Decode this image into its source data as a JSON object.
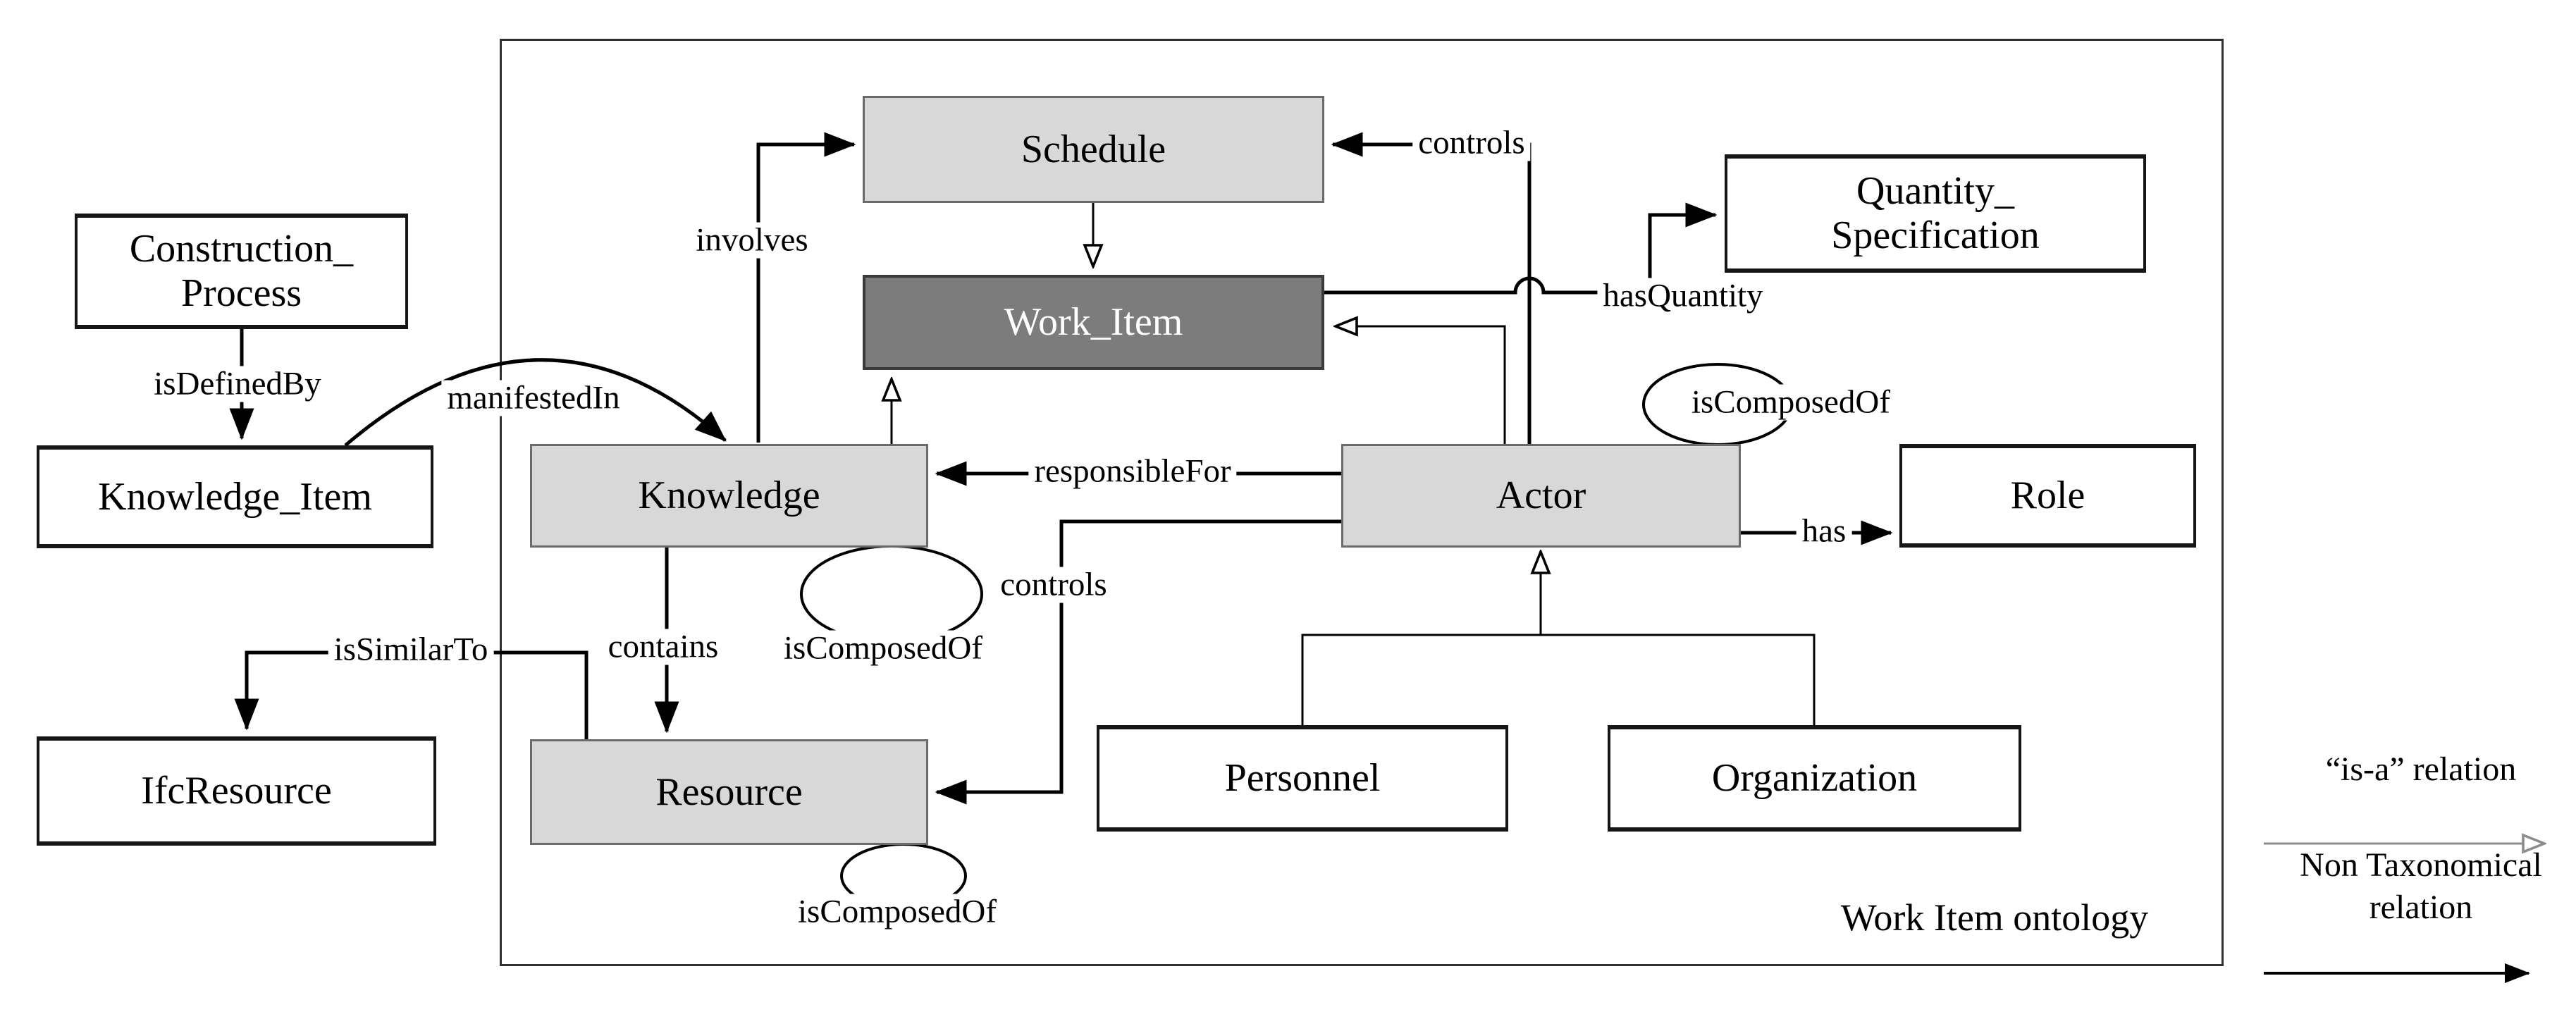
{
  "nodes": {
    "construction_process": {
      "line1": "Construction_",
      "line2": "Process"
    },
    "knowledge_item": {
      "label": "Knowledge_Item"
    },
    "ifc_resource": {
      "label": "IfcResource"
    },
    "schedule": {
      "label": "Schedule"
    },
    "work_item": {
      "label": "Work_Item"
    },
    "knowledge": {
      "label": "Knowledge"
    },
    "resource": {
      "label": "Resource"
    },
    "actor": {
      "label": "Actor"
    },
    "quantity_specification": {
      "line1": "Quantity_",
      "line2": "Specification"
    },
    "role": {
      "label": "Role"
    },
    "personnel": {
      "label": "Personnel"
    },
    "organization": {
      "label": "Organization"
    }
  },
  "edges": {
    "is_defined_by": {
      "label": "isDefinedBy"
    },
    "manifested_in": {
      "label": "manifestedIn"
    },
    "involves": {
      "label": "involves"
    },
    "controls_schedule": {
      "label": "controls"
    },
    "has_quantity": {
      "label": "hasQuantity"
    },
    "responsible_for": {
      "label": "responsibleFor"
    },
    "is_composed_of_actor": {
      "label": "isComposedOf"
    },
    "is_composed_of_knowledge": {
      "label": "isComposedOf"
    },
    "is_composed_of_resource": {
      "label": "isComposedOf"
    },
    "contains": {
      "label": "contains"
    },
    "is_similar_to": {
      "label": "isSimilarTo"
    },
    "controls_resource": {
      "label": "controls"
    },
    "has": {
      "label": "has"
    }
  },
  "frame": {
    "caption": "Work Item ontology"
  },
  "legend": {
    "isa": {
      "label": "“is-a” relation"
    },
    "non_taxonomical": {
      "line1": "Non Taxonomical",
      "line2": "relation"
    }
  },
  "colors": {
    "light_box_fill": "#d8d8d8",
    "dark_box_fill": "#7c7c7c",
    "white_box_fill": "#ffffff",
    "line": "#000000",
    "isa_legend_line": "#8c8c8c"
  }
}
